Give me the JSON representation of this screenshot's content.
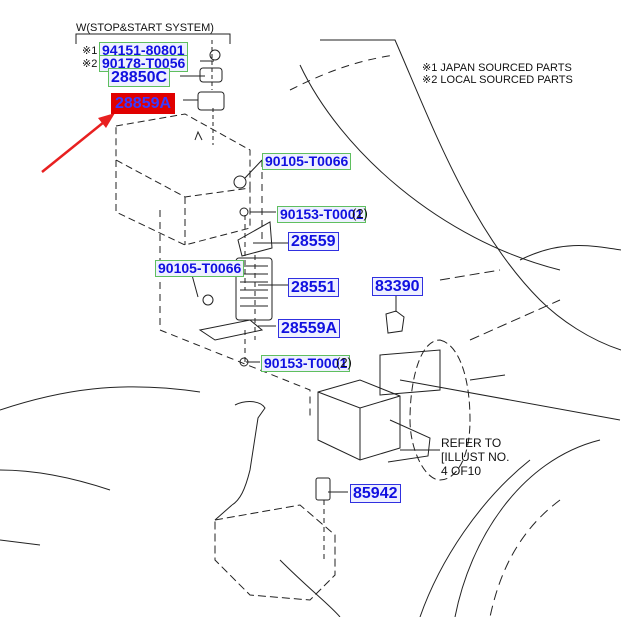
{
  "group_title": "W(STOP&START SYSTEM)",
  "legend": [
    {
      "mark": "※1",
      "text": "JAPAN SOURCED PARTS"
    },
    {
      "mark": "※2",
      "text": "LOCAL SOURCED PARTS"
    }
  ],
  "parts": {
    "p94151": {
      "prefix": "※1",
      "number": "94151-80801"
    },
    "p90178": {
      "prefix": "※2",
      "number": "90178-T0056"
    },
    "p28850c": {
      "number": "28850C"
    },
    "p28859a": {
      "number": "28859A",
      "highlighted": true
    },
    "p90105_top": {
      "number": "90105-T0066"
    },
    "p90153_top": {
      "number": "90153-T0001",
      "qty": "(2)"
    },
    "p28559": {
      "number": "28559"
    },
    "p90105_left": {
      "number": "90105-T0066"
    },
    "p28551": {
      "number": "28551"
    },
    "p83390": {
      "number": "83390"
    },
    "p28559a": {
      "number": "28559A"
    },
    "p90153_bot": {
      "number": "90153-T0001",
      "qty": "(2)"
    },
    "p85942": {
      "number": "85942"
    }
  },
  "refer_note": [
    "REFER TO",
    "[ILLUST NO.",
    "4 OF10"
  ],
  "colors": {
    "link_text": "#1010e0",
    "highlight": "#e00000",
    "arrow": "#e82020",
    "frame_green": "#5fbf5f"
  }
}
